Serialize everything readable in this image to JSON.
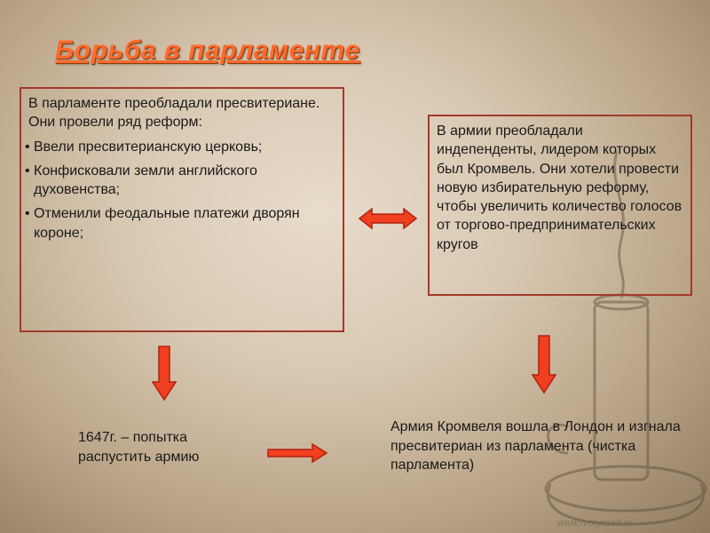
{
  "slide": {
    "title": "Борьба в парламенте"
  },
  "left_box": {
    "intro": "В парламенте преобладали пресвитериане. Они провели ряд реформ:",
    "bullets": [
      "Ввели пресвитерианскую церковь;",
      "Конфисковали земли английского духовенства;",
      "Отменили феодальные платежи дворян короне;"
    ]
  },
  "right_box": {
    "text": "В армии преобладали индепенденты, лидером которых был Кромвель. Они хотели провести новую избирательную реформу, чтобы увеличить количество голосов от торгово-предпринимательских кругов"
  },
  "bottom_left": {
    "text": "1647г. – попытка распустить армию"
  },
  "bottom_right": {
    "text": "Армия Кромвеля вошла в Лондон и изгнала пресвитериан из парламента (чистка парламента)"
  },
  "watermark": {
    "text": "www.ivoryroad.ru"
  },
  "colors": {
    "accent": "#ff6a2b",
    "arrow_fill": "#f04020",
    "arrow_stroke": "#b02010",
    "box_border": "#a23a2a"
  }
}
